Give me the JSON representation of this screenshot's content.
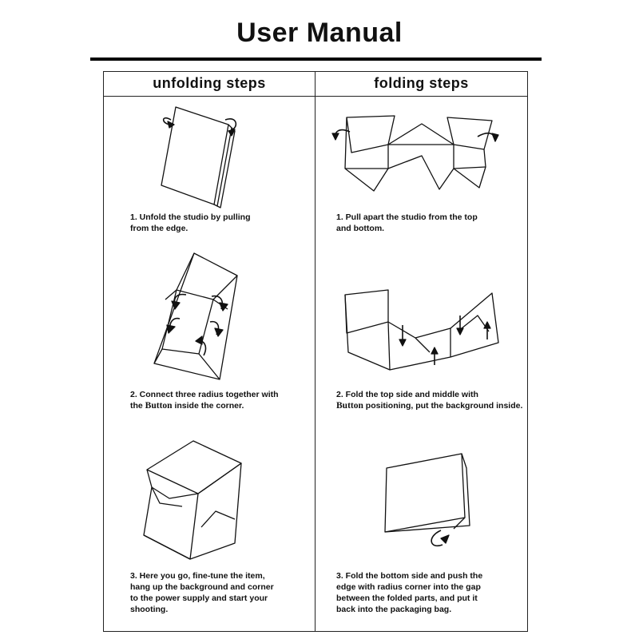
{
  "title": "User Manual",
  "columns": {
    "left_header": "unfolding steps",
    "right_header": "folding steps"
  },
  "unfolding": [
    {
      "line1": "1. Unfold the studio by pulling",
      "line2": "from the edge."
    },
    {
      "line1": "2. Connect three radius together with",
      "line2_pre": "the ",
      "line2_button": "Button",
      "line2_post": " inside the corner."
    },
    {
      "line1": "3. Here you go, fine-tune the item,",
      "line2": "hang up the background and corner",
      "line3": "to the power supply and start your",
      "line4": "shooting."
    }
  ],
  "folding": [
    {
      "line1": "1. Pull apart the studio from the top",
      "line2": "and bottom."
    },
    {
      "line1": "2. Fold the top side and middle with",
      "line2_button": "Button",
      "line2_post": " positioning, put the background inside."
    },
    {
      "line1": "3. Fold the bottom side and push the",
      "line2": "edge with radius corner into the gap",
      "line3": "between  the folded parts, and put it",
      "line4": "back into the packaging bag."
    }
  ]
}
